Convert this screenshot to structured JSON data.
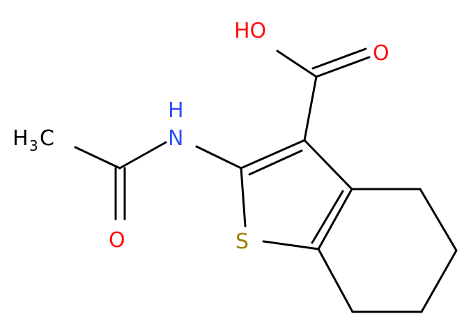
{
  "diagram": {
    "atoms": {
      "hydroxyl": "HO",
      "carbonyl_oxygen_acid": "O",
      "amine": "N",
      "amine_hydrogen": "H",
      "methyl_main": "H",
      "methyl_subscript": "3",
      "methyl_carbon": "C",
      "carbonyl_oxygen_amide": "O",
      "sulfur": "S"
    },
    "colors": {
      "oxygen": "#ff0d0d",
      "nitrogen": "#3050f8",
      "sulfur": "#a08000",
      "carbon": "#000000",
      "bond": "#000000"
    }
  }
}
